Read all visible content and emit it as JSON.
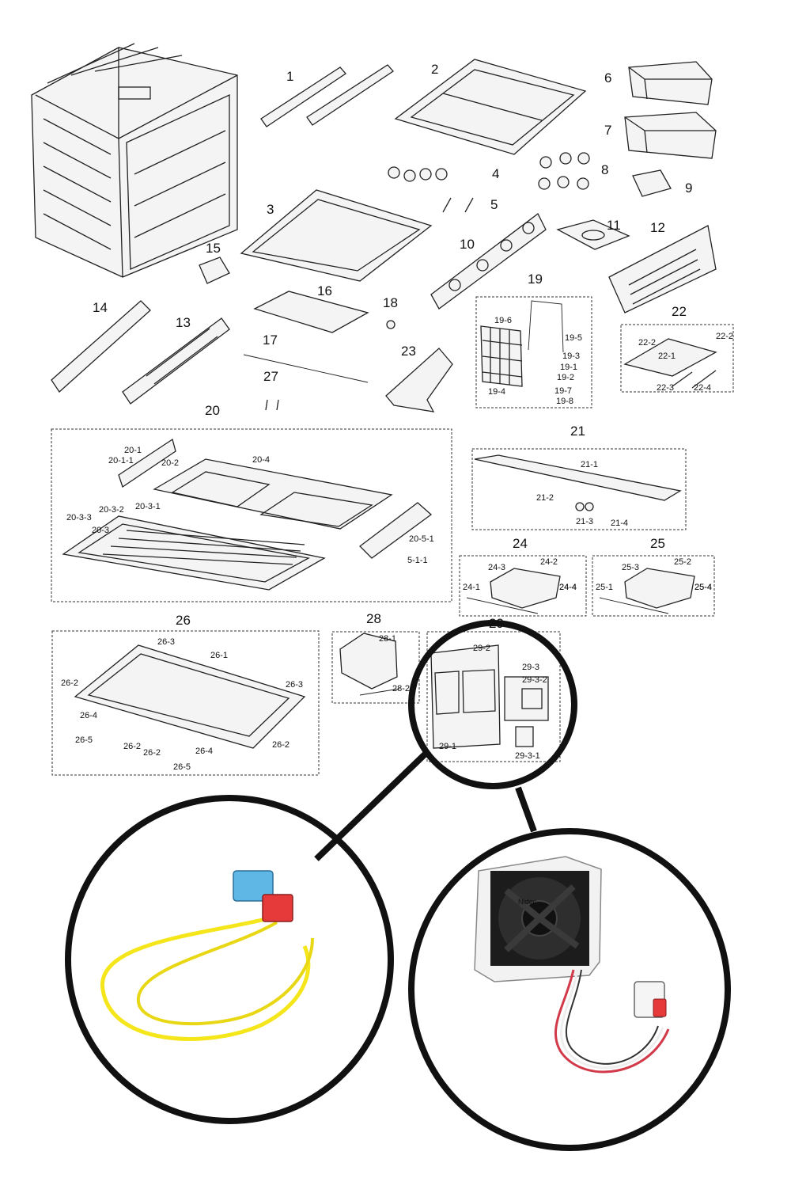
{
  "callouts": [
    "1",
    "2",
    "3",
    "4",
    "5",
    "6",
    "7",
    "8",
    "9",
    "10",
    "11",
    "12",
    "13",
    "14",
    "15",
    "16",
    "17",
    "18",
    "19",
    "20",
    "21",
    "22",
    "23",
    "24",
    "25",
    "26",
    "27",
    "28",
    "29"
  ],
  "groups": {
    "g19": [
      "19-1",
      "19-2",
      "19-3",
      "19-4",
      "19-5",
      "19-6",
      "19-7",
      "19-8"
    ],
    "g20": [
      "20-1",
      "20-1-1",
      "20-2",
      "20-3",
      "20-3-1",
      "20-3-2",
      "20-3-3",
      "20-4",
      "20-5-1",
      "5-1-1"
    ],
    "g21": [
      "21-1",
      "21-2",
      "21-3",
      "21-4"
    ],
    "g22": [
      "22-1",
      "22-2",
      "22-2",
      "22-3",
      "22-4"
    ],
    "g24": [
      "24-1",
      "24-2",
      "24-3",
      "24-4",
      "24-4"
    ],
    "g25": [
      "25-1",
      "25-2",
      "25-3",
      "25-4",
      "25-4"
    ],
    "g26": [
      "26-1",
      "26-2",
      "26-2",
      "26-2",
      "26-2",
      "26-3",
      "26-3",
      "26-4",
      "26-4",
      "26-5",
      "26-5"
    ],
    "g28": [
      "28-1",
      "28-2"
    ],
    "g29": [
      "29-1",
      "29-2",
      "29-3",
      "29-3-1",
      "29-3-2"
    ]
  },
  "fan_brand": "Nidec",
  "colors": {
    "wire_yellow": "#f5e61c",
    "connector_blue": "#5fb7e6",
    "connector_red": "#e63a3a",
    "fan_black": "#1c1c1c",
    "foam_white": "#f2f2f2"
  }
}
